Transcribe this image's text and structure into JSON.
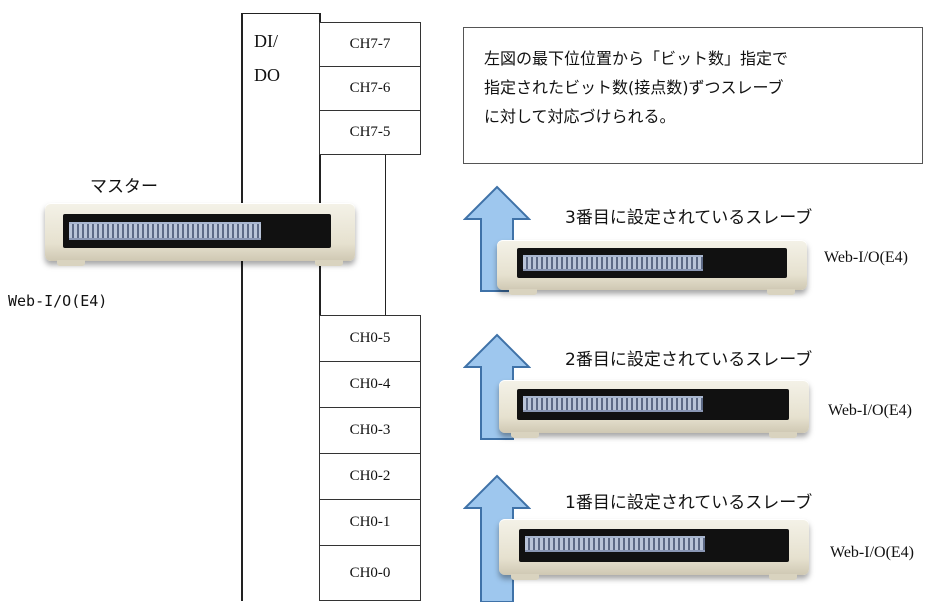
{
  "bus": {
    "label_line1": "DI/",
    "label_line2": "DO"
  },
  "channels_top": [
    "CH7-7",
    "CH7-6",
    "CH7-5"
  ],
  "channels_bottom": [
    "CH0-5",
    "CH0-4",
    "CH0-3",
    "CH0-2",
    "CH0-1",
    "CH0-0"
  ],
  "note": {
    "line1": "左図の最下位位置から「ビット数」指定で",
    "line2": "指定されたビット数(接点数)ずつスレーブ",
    "line3": "に対して対応づけられる。"
  },
  "master": {
    "title": "マスター",
    "model": "Web-I/O(E4)"
  },
  "slaves": [
    {
      "label": "3番目に設定されているスレーブ",
      "model": "Web-I/O(E4)"
    },
    {
      "label": "2番目に設定されているスレーブ",
      "model": "Web-I/O(E4)"
    },
    {
      "label": "1番目に設定されているスレーブ",
      "model": "Web-I/O(E4)"
    }
  ],
  "colors": {
    "arrow_fill": "#9ec7ee",
    "arrow_stroke": "#3f72a8",
    "slot": "#111111"
  }
}
